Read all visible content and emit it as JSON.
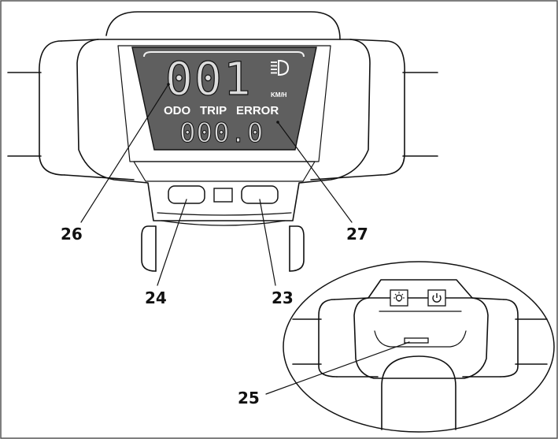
{
  "display": {
    "speed_value": "001",
    "speed_unit": "KM/H",
    "mode_odo": "ODO",
    "mode_trip": "TRIP",
    "mode_error": "ERROR",
    "distance_value": "000.0"
  },
  "callouts": {
    "c26": "26",
    "c27": "27",
    "c24": "24",
    "c23": "23",
    "c25": "25"
  },
  "icons": {
    "headlight": "headlight-icon",
    "light_button": "light-bulb-icon",
    "power_button": "power-icon"
  },
  "colors": {
    "lcd_background": "#5f5f5f",
    "line": "#111111"
  }
}
